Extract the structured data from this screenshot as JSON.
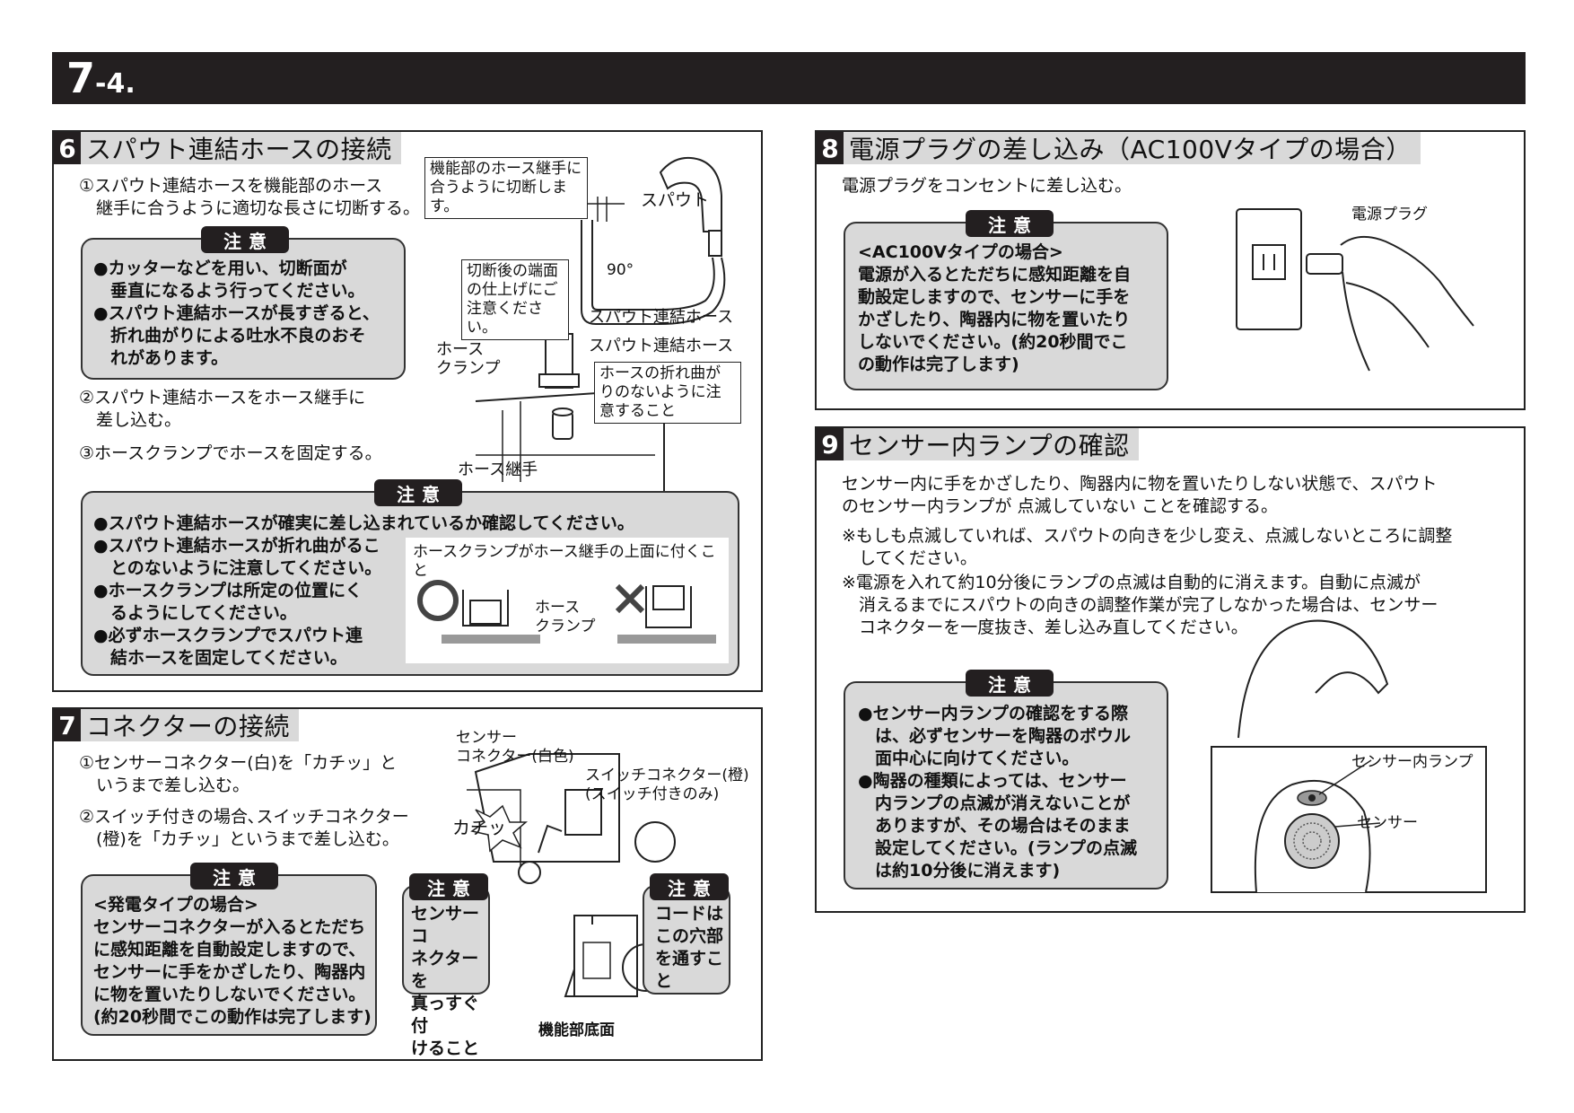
{
  "header": {
    "num": "7",
    "sub": "-4."
  },
  "s6": {
    "badge": "6",
    "title": "スパウト連結ホースの接続",
    "step1": "①スパウト連結ホースを機能部のホース\n　継手に合うように適切な長さに切断する。",
    "caution1_label": "注意",
    "caution1": "●カッターなどを用い、切断面が\n　垂直になるよう行ってください。\n●スパウト連結ホースが長すぎると、\n　折れ曲がりによる吐水不良のおそ\n　れがあります。",
    "step2": "②スパウト連結ホースをホース継手に\n　差し込む。",
    "step3": "③ホースクランプでホースを固定する。",
    "caution2_label": "注意",
    "caution2": "●スパウト連結ホースが確実に差し込まれているか確認してください。\n●スパウト連結ホースが折れ曲がるこ\n　とのないように注意してください。\n●ホースクランプは所定の位置にく\n　るようにしてください。\n●必ずホースクランプでスパウト連\n　結ホースを固定してください。",
    "clamp_title": "ホースクランプがホース継手の上面に付くこと",
    "clamp_label": "ホース\nクランプ",
    "call_cut": "機能部のホース継手に\n合うように切断します。",
    "lbl_spout": "スパウト",
    "lbl_angle": "90°",
    "call_finish": "切断後の端面\nの仕上げにご\n注意ください。",
    "lbl_hose1": "スパウト連結ホース",
    "lbl_hose2": "スパウト連結ホース",
    "lbl_clamp": "ホース\nクランプ",
    "call_bend": "ホースの折れ曲が\nりのないように注\n意すること",
    "lbl_joint": "ホース継手"
  },
  "s7": {
    "badge": "7",
    "title": "コネクターの接続",
    "step1": "①センサーコネクター(白)を「カチッ」と\n　いうまで差し込む。",
    "step2": "②スイッチ付きの場合､スイッチコネクター\n　(橙)を「カチッ」というまで差し込む。",
    "caution_label": "注意",
    "caution": "<発電タイプの場合>\nセンサーコネクターが入るとただち\nに感知距離を自動設定しますので、\nセンサーに手をかざしたり、陶器内\nに物を置いたりしないでください。\n(約20秒間でこの動作は完了します)",
    "lbl_sensor": "センサー\nコネクター(白色)",
    "lbl_switch": "スイッチコネクター(橙)\n(スイッチ付きのみ)",
    "lbl_click": "カチッ",
    "caution_a_label": "注意",
    "caution_a": "センサーコ\nネクターを\n真っすぐ付\nけること",
    "caution_b_label": "注意",
    "caution_b": "コードは\nこの穴部\nを通すこ\nと",
    "lbl_bottom": "機能部底面"
  },
  "s8": {
    "badge": "8",
    "title": "電源プラグの差し込み（AC100Vタイプの場合）",
    "text": "電源プラグをコンセントに差し込む。",
    "caution_label": "注意",
    "caution": "<AC100Vタイプの場合>\n電源が入るとただちに感知距離を自\n動設定しますので、センサーに手を\nかざしたり、陶器内に物を置いたり\nしないでください。(約20秒間でこ\nの動作は完了します)",
    "lbl_plug": "電源プラグ"
  },
  "s9": {
    "badge": "9",
    "title": "センサー内ランプの確認",
    "text1": "センサー内に手をかざしたり、陶器内に物を置いたりしない状態で、スパウト\nのセンサー内ランプが 点滅していない ことを確認する。",
    "note1": "※もしも点滅していれば、スパウトの向きを少し変え、点滅しないところに調整\n　してください。",
    "note2": "※電源を入れて約10分後にランプの点滅は自動的に消えます。自動に点滅が\n　消えるまでにスパウトの向きの調整作業が完了しなかった場合は、センサー\n　コネクターを一度抜き、差し込み直してください。",
    "caution_label": "注意",
    "caution": "●センサー内ランプの確認をする際\n　は、必ずセンサーを陶器のボウル\n　面中心に向けてください。\n●陶器の種類によっては、センサー\n　内ランプの点滅が消えないことが\n　ありますが、その場合はそのまま\n　設定してください。(ランプの点滅\n　は約10分後に消えます)",
    "lbl_lamp": "センサー内ランプ",
    "lbl_sensor": "センサー"
  }
}
